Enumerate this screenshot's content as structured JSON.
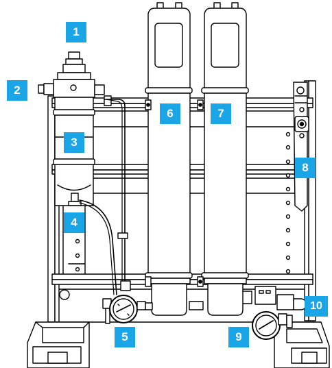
{
  "colors": {
    "callout": "#1AA5E6",
    "line": "#000000",
    "fill": "#ffffff",
    "shade": "#e9e9e9"
  },
  "callouts": [
    {
      "id": "1",
      "label": "1",
      "points_to": "pre-filter housing cap"
    },
    {
      "id": "2",
      "label": "2",
      "points_to": "inlet fitting"
    },
    {
      "id": "3",
      "label": "3",
      "points_to": "pre-filter cartridge housing"
    },
    {
      "id": "4",
      "label": "4",
      "points_to": "drain valve"
    },
    {
      "id": "5",
      "label": "5",
      "points_to": "inlet pressure gauge"
    },
    {
      "id": "6",
      "label": "6",
      "points_to": "membrane vessel 1"
    },
    {
      "id": "7",
      "label": "7",
      "points_to": "membrane vessel 2"
    },
    {
      "id": "8",
      "label": "8",
      "points_to": "mounting bracket"
    },
    {
      "id": "9",
      "label": "9",
      "points_to": "outlet pressure gauge"
    },
    {
      "id": "10",
      "label": "10",
      "points_to": "outlet valve"
    }
  ]
}
